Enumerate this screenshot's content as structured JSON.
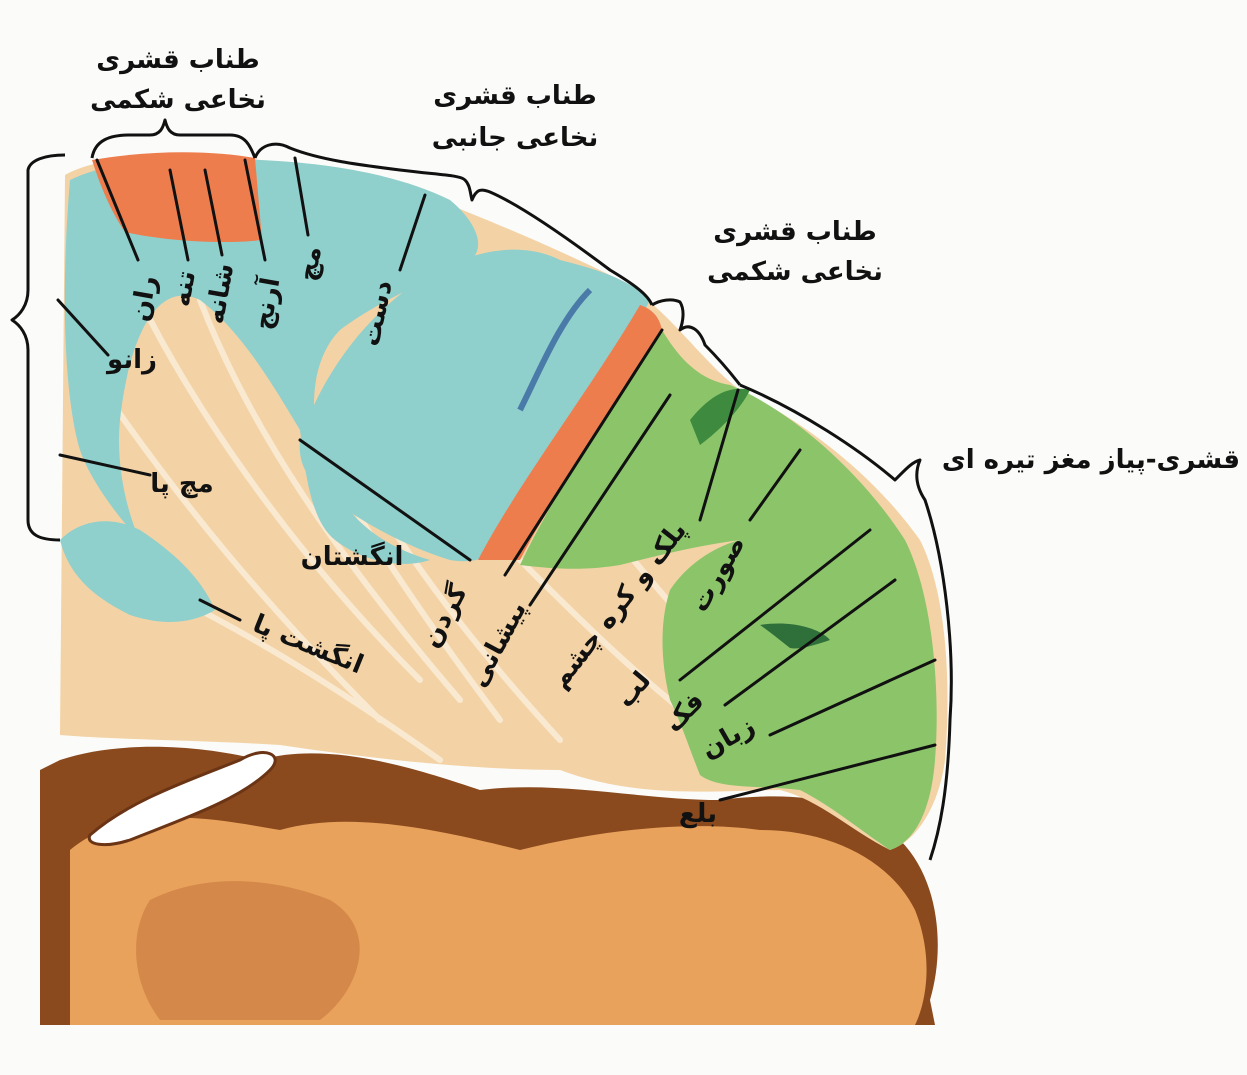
{
  "diagram": {
    "tract_labels": {
      "corticospinal_ventral_top": [
        "طناب قشری",
        "نخاعی شکمی"
      ],
      "corticospinal_lateral": [
        "طناب قشری",
        "نخاعی جانبی"
      ],
      "corticospinal_ventral_right": [
        "طناب قشری",
        "نخاعی شکمی"
      ],
      "corticobulbar": "قشری-پیاز مغز تیره ای"
    },
    "body_parts": {
      "thigh": "ران",
      "trunk": "تنه",
      "shoulder": "شانه",
      "arm": "آرنج",
      "wrist": "مچ",
      "hand": "دست",
      "knee": "زانو",
      "ankle": "مچ پا",
      "fingers": "انگشتان",
      "toes": "انگشت پا",
      "neck": "گردن",
      "forehead": "پیشانی",
      "eyelid_eyeball": "پلک و کره چشم",
      "face": "صورت",
      "lip": "لب",
      "jaw": "فک",
      "tongue": "زبان",
      "swallowing": "بلع"
    },
    "colors": {
      "background": "#fbfbf9",
      "tissue": "#f3d3a6",
      "white_matter_fibers": "#f8e6c8",
      "blue_region": "#8fcfcc",
      "orange_region": "#ee7d4e",
      "green_region": "#8cc46a",
      "dark_green": "#3e8a3e",
      "brown": "#8a4a1e",
      "tan": "#e8a25c"
    }
  }
}
